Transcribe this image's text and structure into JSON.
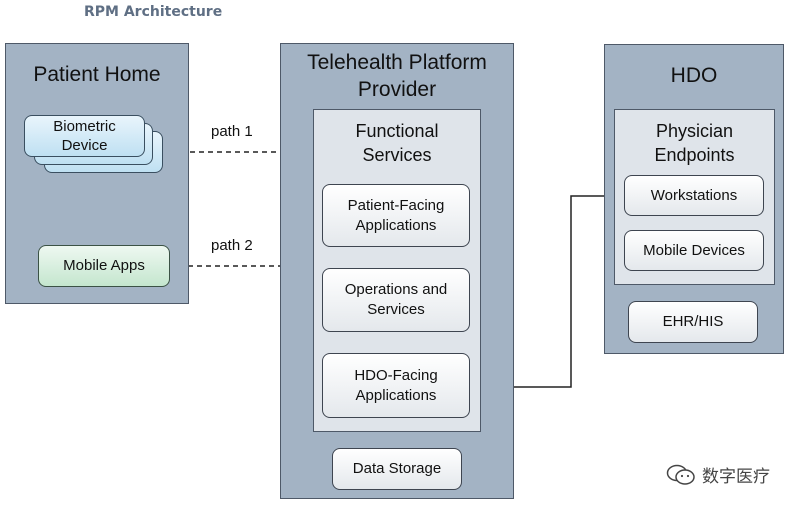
{
  "title": "RPM Architecture",
  "patient_home": {
    "title": "Patient Home",
    "biometric_device": "Biometric\nDevice",
    "mobile_apps": "Mobile Apps"
  },
  "paths": {
    "path1": "path 1",
    "path2": "path 2"
  },
  "telehealth": {
    "title": "Telehealth Platform\nProvider",
    "functional_services": "Functional\nServices",
    "patient_facing": "Patient-Facing\nApplications",
    "operations": "Operations and\nServices",
    "hdo_facing": "HDO-Facing\nApplications",
    "data_storage": "Data Storage"
  },
  "hdo": {
    "title": "HDO",
    "physician_endpoints": "Physician\nEndpoints",
    "workstations": "Workstations",
    "mobile_devices": "Mobile Devices",
    "ehr": "EHR/HIS"
  },
  "watermark": "数字医疗",
  "colors": {
    "panel": "#a3b3c4",
    "inner_panel": "#dfe4ea",
    "mobile_apps_fill": "#c4e6ce",
    "biometric_fill": "#bfe0f2",
    "title_text": "#5f6f84"
  }
}
